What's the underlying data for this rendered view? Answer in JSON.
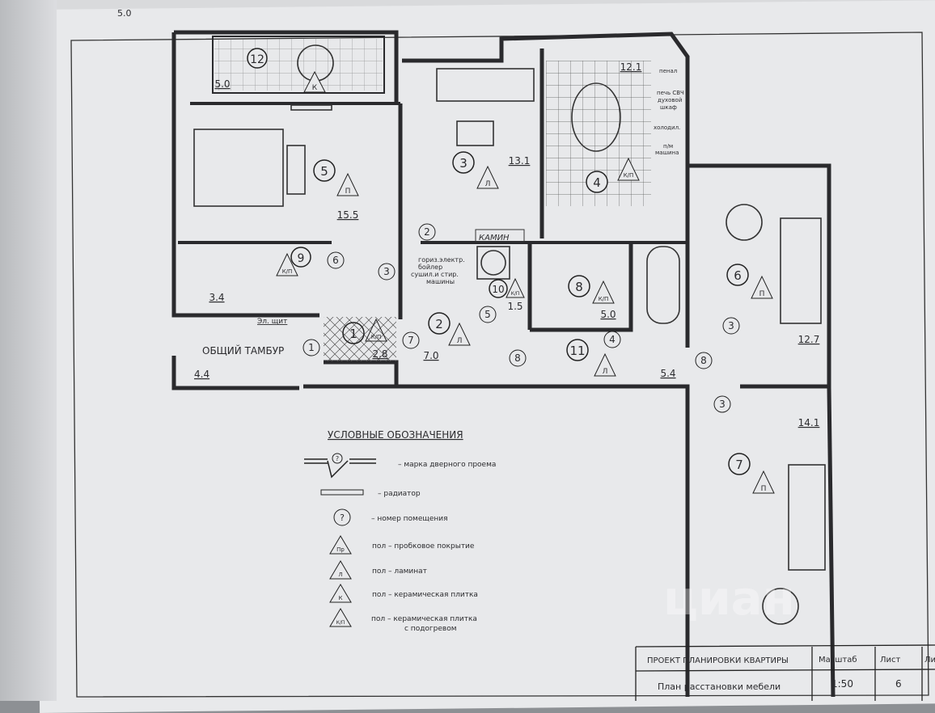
{
  "rooms": [
    {
      "num": "1",
      "area": "2.8",
      "floor": "К/П"
    },
    {
      "num": "2",
      "area": "7.0",
      "floor": "Л"
    },
    {
      "num": "3",
      "area": "13.1",
      "floor": "Л"
    },
    {
      "num": "4",
      "area": "12.1",
      "floor": "К/П"
    },
    {
      "num": "5",
      "area": "15.5",
      "floor": "П"
    },
    {
      "num": "6",
      "area": "12.7",
      "floor": "П"
    },
    {
      "num": "7",
      "area": "14.1",
      "floor": "П"
    },
    {
      "num": "8",
      "area": "5.0",
      "floor": "К/П"
    },
    {
      "num": "9",
      "area": "3.4",
      "floor": "К/П"
    },
    {
      "num": "10",
      "area": "1.5",
      "floor": "К/П"
    },
    {
      "num": "11",
      "area": "5.4",
      "floor": "Л"
    },
    {
      "num": "12",
      "area": "5.0",
      "floor": "К"
    }
  ],
  "doors": [
    "1",
    "2",
    "3",
    "6",
    "7",
    "8",
    "5",
    "4",
    "3",
    "8",
    "3"
  ],
  "vestibule": {
    "label": "ОБЩИЙ ТАМБУР",
    "area": "4.4"
  },
  "notes": {
    "panel": "Эл. щит",
    "boiler_line1": "гориз.электр.",
    "boiler_line2": "бойлер",
    "machines_line1": "сушил.и стир.",
    "machines_line2": "машины",
    "fireplace": "КАМИН",
    "pantry": "пенал",
    "oven_line1": "печь СВЧ",
    "oven_line2": "духовой",
    "oven_line3": "шкаф",
    "fridge": "холодил.",
    "dishwasher_line1": "п/м",
    "dishwasher_line2": "машина"
  },
  "legend": {
    "title": "УСЛОВНЫЕ ОБОЗНАЧЕНИЯ",
    "items": [
      {
        "symbol": "?",
        "text": "– марка дверного проема"
      },
      {
        "symbol": "",
        "text": "– радиатор"
      },
      {
        "symbol": "?",
        "text": "– номер помещения"
      },
      {
        "symbol": "Пр",
        "text": "пол  –  пробковое покрытие"
      },
      {
        "symbol": "Л",
        "text": "пол  –  ламинат"
      },
      {
        "symbol": "К",
        "text": "пол  –  керамическая плитка"
      },
      {
        "symbol": "К/П",
        "text": "пол  –  керамическая плитка",
        "text2": "с подогревом"
      }
    ]
  },
  "titleblock": {
    "project": "ПРОЕКТ ПЛАНИРОВКИ КВАРТИРЫ",
    "scale_label": "Масштаб",
    "sheet_label": "Лист",
    "sheet_label2": "Ли",
    "drawing": "План расстановки мебели",
    "scale": "1:50",
    "sheet": "6"
  },
  "watermark": "циан",
  "top_fragment": "5.0"
}
